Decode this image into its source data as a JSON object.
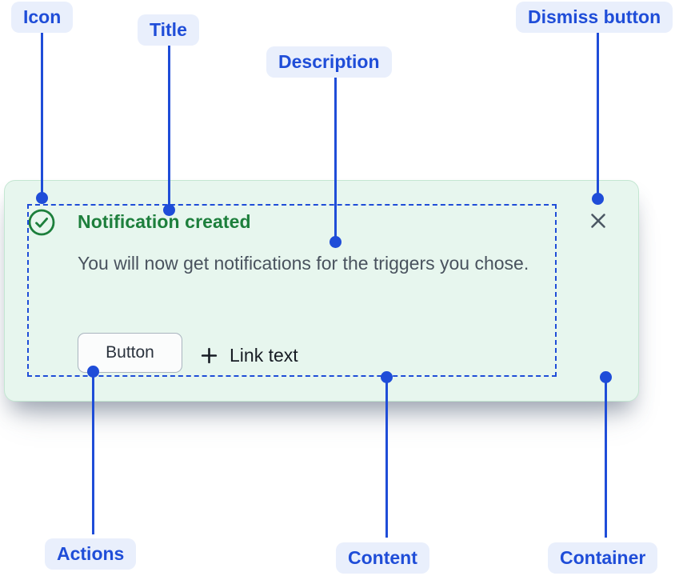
{
  "annotations": {
    "icon": {
      "label": "Icon"
    },
    "title": {
      "label": "Title"
    },
    "description": {
      "label": "Description"
    },
    "dismiss": {
      "label": "Dismiss button"
    },
    "actions": {
      "label": "Actions"
    },
    "content": {
      "label": "Content"
    },
    "container": {
      "label": "Container"
    }
  },
  "flag": {
    "status_icon": "check-circle-icon",
    "title": "Notification created",
    "description": "You will now get notifications for the triggers you chose.",
    "actions": {
      "button_label": "Button",
      "link_icon": "plus-icon",
      "link_label": "Link text"
    },
    "dismiss_icon": "cross-icon"
  },
  "colors": {
    "annotation_blue": "#1f4dd8",
    "pill_background": "#e9effc",
    "card_background": "#e7f6ee",
    "card_border": "#c4e6d2",
    "success_green": "#1d7f3c",
    "description_text": "#49525e",
    "dismiss_gray": "#4c5864",
    "button_border": "#a9b4bf"
  }
}
